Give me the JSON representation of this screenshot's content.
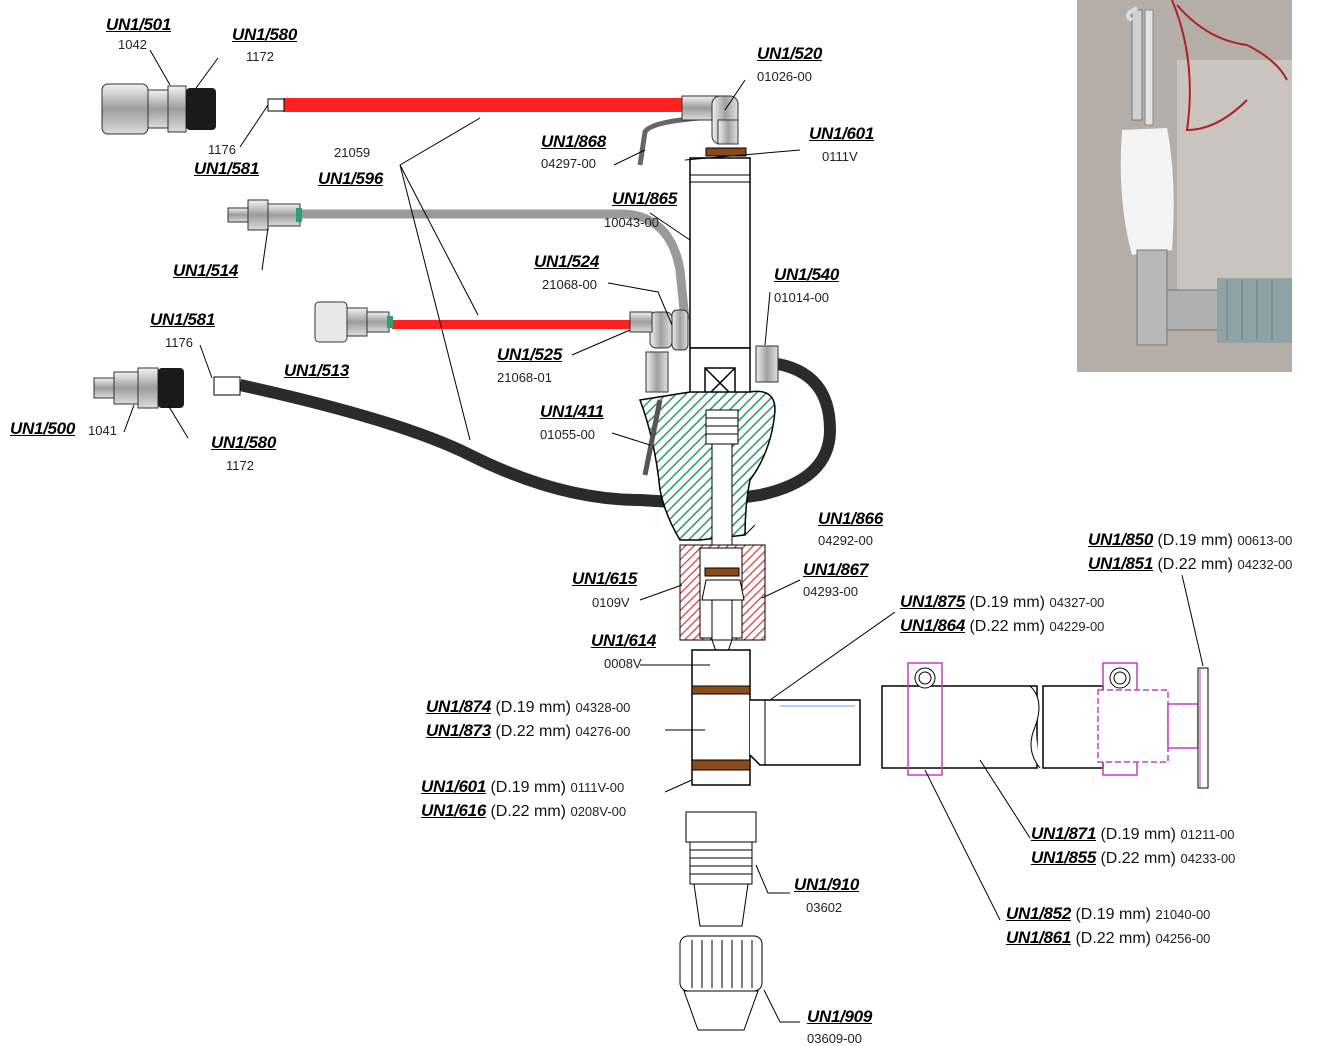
{
  "callouts": [
    {
      "id": "un1-501",
      "part": "UN1/501",
      "code": "1042"
    },
    {
      "id": "un1-580-top",
      "part": "UN1/580",
      "code": "1172"
    },
    {
      "id": "un1-520",
      "part": "UN1/520",
      "code": "01026-00"
    },
    {
      "id": "un1-581-top",
      "part": "UN1/581",
      "code": "1176"
    },
    {
      "id": "un1-596",
      "part": "UN1/596",
      "code": "21059"
    },
    {
      "id": "un1-868",
      "part": "UN1/868",
      "code": "04297-00"
    },
    {
      "id": "un1-601-top",
      "part": "UN1/601",
      "code": "0111V"
    },
    {
      "id": "un1-865",
      "part": "UN1/865",
      "code": "10043-00"
    },
    {
      "id": "un1-514",
      "part": "UN1/514",
      "code": ""
    },
    {
      "id": "un1-524",
      "part": "UN1/524",
      "code": "21068-00"
    },
    {
      "id": "un1-540",
      "part": "UN1/540",
      "code": "01014-00"
    },
    {
      "id": "un1-581-mid",
      "part": "UN1/581",
      "code": "1176"
    },
    {
      "id": "un1-513",
      "part": "UN1/513",
      "code": ""
    },
    {
      "id": "un1-525",
      "part": "UN1/525",
      "code": "21068-01"
    },
    {
      "id": "un1-500",
      "part": "UN1/500",
      "code": "1041"
    },
    {
      "id": "un1-580-mid",
      "part": "UN1/580",
      "code": "1172"
    },
    {
      "id": "un1-411",
      "part": "UN1/411",
      "code": "01055-00"
    },
    {
      "id": "un1-866",
      "part": "UN1/866",
      "code": "04292-00"
    },
    {
      "id": "un1-615",
      "part": "UN1/615",
      "code": "0109V"
    },
    {
      "id": "un1-867",
      "part": "UN1/867",
      "code": "04293-00"
    },
    {
      "id": "un1-614",
      "part": "UN1/614",
      "code": "0008V"
    },
    {
      "id": "un1-910",
      "part": "UN1/910",
      "code": "03602"
    },
    {
      "id": "un1-909",
      "part": "UN1/909",
      "code": "03609-00"
    }
  ],
  "variant_callouts": [
    {
      "id": "un1-850-851",
      "rows": [
        {
          "part": "UN1/850",
          "dim": "(D.19 mm)",
          "code": "00613-00"
        },
        {
          "part": "UN1/851",
          "dim": "(D.22 mm)",
          "code": "04232-00"
        }
      ]
    },
    {
      "id": "un1-875-864",
      "rows": [
        {
          "part": "UN1/875",
          "dim": "(D.19 mm)",
          "code": "04327-00"
        },
        {
          "part": "UN1/864",
          "dim": "(D.22 mm)",
          "code": "04229-00"
        }
      ]
    },
    {
      "id": "un1-874-873",
      "rows": [
        {
          "part": "UN1/874",
          "dim": "(D.19 mm)",
          "code": "04328-00"
        },
        {
          "part": "UN1/873",
          "dim": "(D.22 mm)",
          "code": "04276-00"
        }
      ]
    },
    {
      "id": "un1-601-616",
      "rows": [
        {
          "part": "UN1/601",
          "dim": "(D.19 mm)",
          "code": "0111V-00"
        },
        {
          "part": "UN1/616",
          "dim": "(D.22 mm)",
          "code": "0208V-00"
        }
      ]
    },
    {
      "id": "un1-871-855",
      "rows": [
        {
          "part": "UN1/871",
          "dim": "(D.19 mm)",
          "code": "01211-00"
        },
        {
          "part": "UN1/855",
          "dim": "(D.22 mm)",
          "code": "04233-00"
        }
      ]
    },
    {
      "id": "un1-852-861",
      "rows": [
        {
          "part": "UN1/852",
          "dim": "(D.19 mm)",
          "code": "21040-00"
        },
        {
          "part": "UN1/861",
          "dim": "(D.22 mm)",
          "code": "04256-00"
        }
      ]
    }
  ],
  "colors": {
    "hose_red": "#ff2020",
    "hose_gray": "#9a9a9a",
    "hose_black": "#2b2b2b",
    "hatch_green": "#2e9a64",
    "hatch_red": "#d04040",
    "body_tan": "#c8a070",
    "band_brown": "#8a4a1a",
    "clamp_magenta": "#c040c0"
  }
}
